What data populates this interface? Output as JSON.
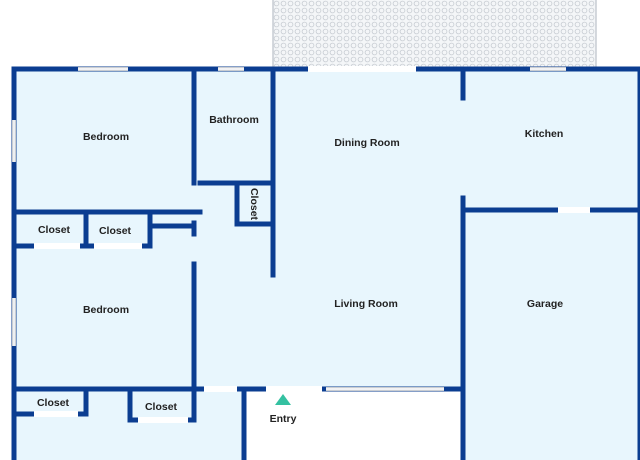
{
  "plan": {
    "rooms": {
      "bedroom_top": "Bedroom",
      "bathroom": "Bathroom",
      "dining_room": "Dining Room",
      "kitchen": "Kitchen",
      "closet_left_top": "Closet",
      "closet_mid_top": "Closet",
      "closet_hall": "Closet",
      "bedroom_bottom": "Bedroom",
      "living_room": "Living Room",
      "garage": "Garage",
      "closet_left_bottom": "Closet",
      "closet_mid_bottom": "Closet",
      "entry": "Entry"
    },
    "colors": {
      "wall": "#0b3d91",
      "floor": "#e8f6fd",
      "patio": "#f2f4f6",
      "entry_marker": "#34c1a1"
    },
    "icons": {
      "entry": "entry-triangle-icon",
      "patio": "patio-pattern"
    }
  }
}
